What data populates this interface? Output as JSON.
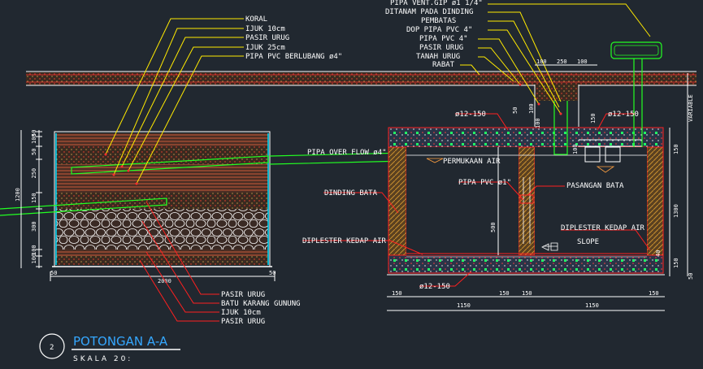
{
  "title": {
    "number": "2",
    "text": "POTONGAN A-A",
    "scale": "SKALA 20:"
  },
  "left_section": {
    "labels_top": [
      "KORAL",
      "IJUK 10cm",
      "PASIR URUG",
      "IJUK 25cm",
      "PIPA PVC BERLUBANG ø4\""
    ],
    "labels_bottom": [
      "PASIR URUG",
      "BATU KARANG GUNUNG",
      "IJUK 10cm",
      "PASIR URUG"
    ],
    "dims_left": [
      "50",
      "100",
      "50",
      "250",
      "150",
      "300",
      "100",
      "100"
    ],
    "dim_total": "1200",
    "dim_width": "2000",
    "dim_side_left": "50",
    "dim_side_right": "50",
    "pipe_label": "PIPA OVER FLOW ø4\""
  },
  "right_section": {
    "labels_top": [
      "PIPA VENT.GIP ø1 1/4\"",
      "DITANAM PADA DINDING",
      "PEMBATAS",
      "DOP PIPA PVC 4\"",
      "PIPA PVC 4\"",
      "PASIR URUG",
      "TANAH URUG",
      "RABAT"
    ],
    "dims_top": [
      "100",
      "250",
      "100"
    ],
    "rebar_top_left": "ø12-150",
    "rebar_top_right": "ø12-150",
    "rebar_bottom": "ø12-150",
    "permukaan_air": "PERMUKAAN AIR",
    "pipa_pvc": "PIPA PVC ø1\"",
    "pasangan_bata": "PASANGAN BATA",
    "dinding_bata": "DINDING BATA",
    "diplester_left": "DIPLESTER KEDAP AIR",
    "diplester_right": "DIPLESTER KEDAP AIR",
    "slope": "SLOPE",
    "variable": "VARIABLE",
    "dim_500": "500",
    "dims_right": [
      "150",
      "1300",
      "150",
      "50"
    ],
    "dims_bottom": [
      "150",
      "150",
      "150",
      "150"
    ],
    "dims_span": [
      "1150",
      "1150"
    ],
    "small_dims": [
      "50",
      "100",
      "100",
      "150",
      "100",
      "40"
    ]
  }
}
